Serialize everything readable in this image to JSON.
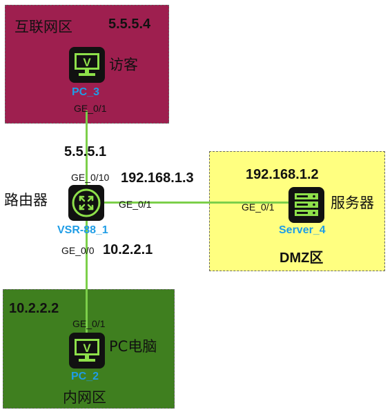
{
  "zones": {
    "internet": {
      "label": "互联网区",
      "ip": "5.5.5.4"
    },
    "dmz": {
      "label": "DMZ区"
    },
    "lan": {
      "label": "内网区",
      "ip": "10.2.2.2"
    }
  },
  "devices": {
    "pc3": {
      "name": "PC_3",
      "role": "访客",
      "port": "GE_0/1"
    },
    "router": {
      "name": "VSR-88_1",
      "role": "路由器",
      "ports": {
        "up": "GE_0/10",
        "right": "GE_0/1",
        "down": "GE_0/0"
      },
      "ips": {
        "up": "5.5.5.1",
        "right": "192.168.1.3",
        "down": "10.2.2.1"
      }
    },
    "server": {
      "name": "Server_4",
      "role": "服务器",
      "port": "GE_0/1",
      "ip": "192.168.1.2"
    },
    "pc2": {
      "name": "PC_2",
      "role": "PC电脑",
      "port": "GE_0/1"
    }
  },
  "colors": {
    "internet_zone": "#9e1f4f",
    "dmz_zone": "#ffff80",
    "lan_zone": "#3f7f1f",
    "link": "#7ccf4a",
    "device_label": "#1f9de6",
    "icon_green": "#8ee04a"
  },
  "icons": {
    "pc": "monitor-icon",
    "router": "router-icon",
    "server": "server-icon"
  }
}
